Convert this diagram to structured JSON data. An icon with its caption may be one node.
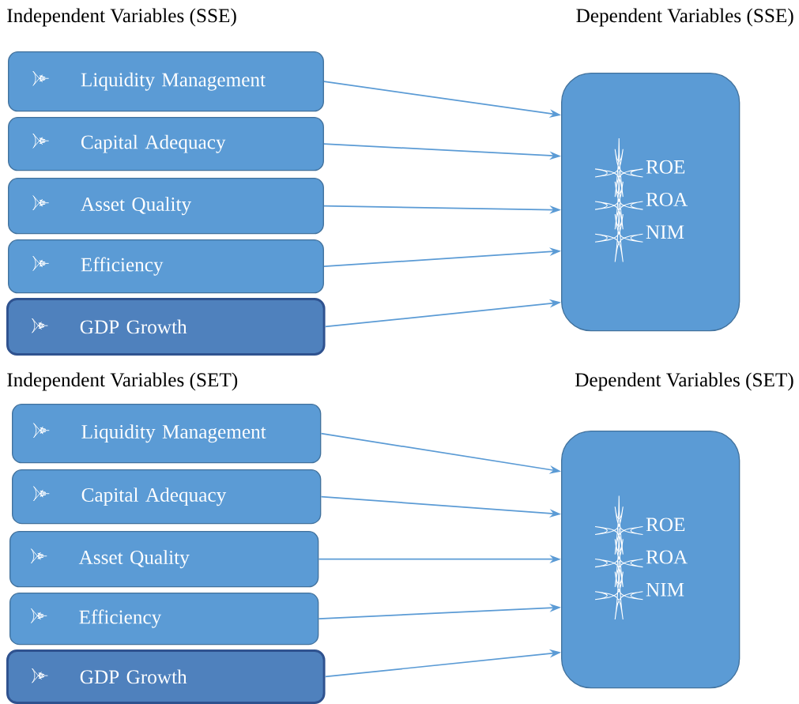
{
  "diagram": {
    "nodes": [
      {
        "text": [
          "Liquidity Management"
        ]
      },
      {
        "text": [
          "Capital Adequacy"
        ]
      },
      {
        "text": [
          "Asset Quality"
        ]
      },
      {
        "text": [
          "Efficiency"
        ]
      },
      {
        "text": [
          "GDP Growth"
        ]
      },
      {
        "text": [
          "ROE",
          "ROA",
          "NIM"
        ]
      },
      {
        "text": [
          "Liquidity Management"
        ]
      },
      {
        "text": [
          "Capital Adequacy"
        ]
      },
      {
        "text": [
          "Asset Quality"
        ]
      },
      {
        "text": [
          "Efficiency"
        ]
      },
      {
        "text": [
          "GDP Growth"
        ]
      },
      {
        "text": [
          "ROE",
          "ROA",
          "NIM"
        ]
      }
    ],
    "edges": [
      {
        "from": 0,
        "to": 5,
        "arrow": "to"
      },
      {
        "from": 1,
        "to": 5,
        "arrow": "to"
      },
      {
        "from": 2,
        "to": 5,
        "arrow": "to"
      },
      {
        "from": 3,
        "to": 5,
        "arrow": "to"
      },
      {
        "from": 4,
        "to": 5,
        "arrow": "to"
      },
      {
        "from": 6,
        "to": 11,
        "arrow": "to"
      },
      {
        "from": 7,
        "to": 11,
        "arrow": "to"
      },
      {
        "from": 8,
        "to": 11,
        "arrow": "to"
      },
      {
        "from": 9,
        "to": 11,
        "arrow": "to"
      },
      {
        "from": 10,
        "to": 11,
        "arrow": "to"
      }
    ],
    "labels": [
      "Independent Variables (SSE)",
      "Dependent Variables (SSE)",
      "Independent Variables (SET)",
      "Dependent Variables (SET)"
    ]
  }
}
